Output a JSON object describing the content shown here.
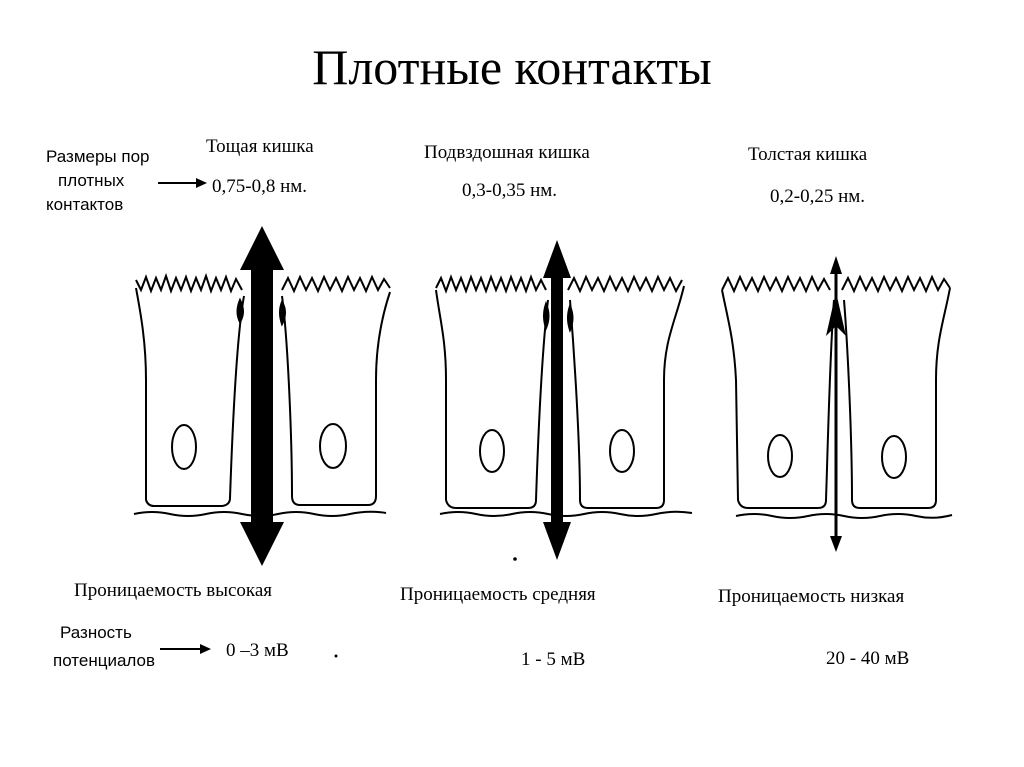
{
  "title": "Плотные контакты",
  "left_labels": {
    "pores": [
      "Размеры пор",
      "плотных",
      "контактов"
    ],
    "potential": [
      "Разность",
      "потенциалов"
    ]
  },
  "segments": [
    {
      "name": "Тощая кишка",
      "pore": "0,75-0,8 нм.",
      "permeability": "Проницаемость высокая",
      "potential": "0 –3 мВ"
    },
    {
      "name": "Подвздошная кишка",
      "pore": "0,3-0,35 нм.",
      "permeability": "Проницаемость  средняя",
      "potential": "1 - 5 мВ"
    },
    {
      "name": "Толстая кишка",
      "pore": "0,2-0,25 нм.",
      "permeability": "Проницаемость  низкая",
      "potential": "20 - 40 мВ"
    }
  ]
}
